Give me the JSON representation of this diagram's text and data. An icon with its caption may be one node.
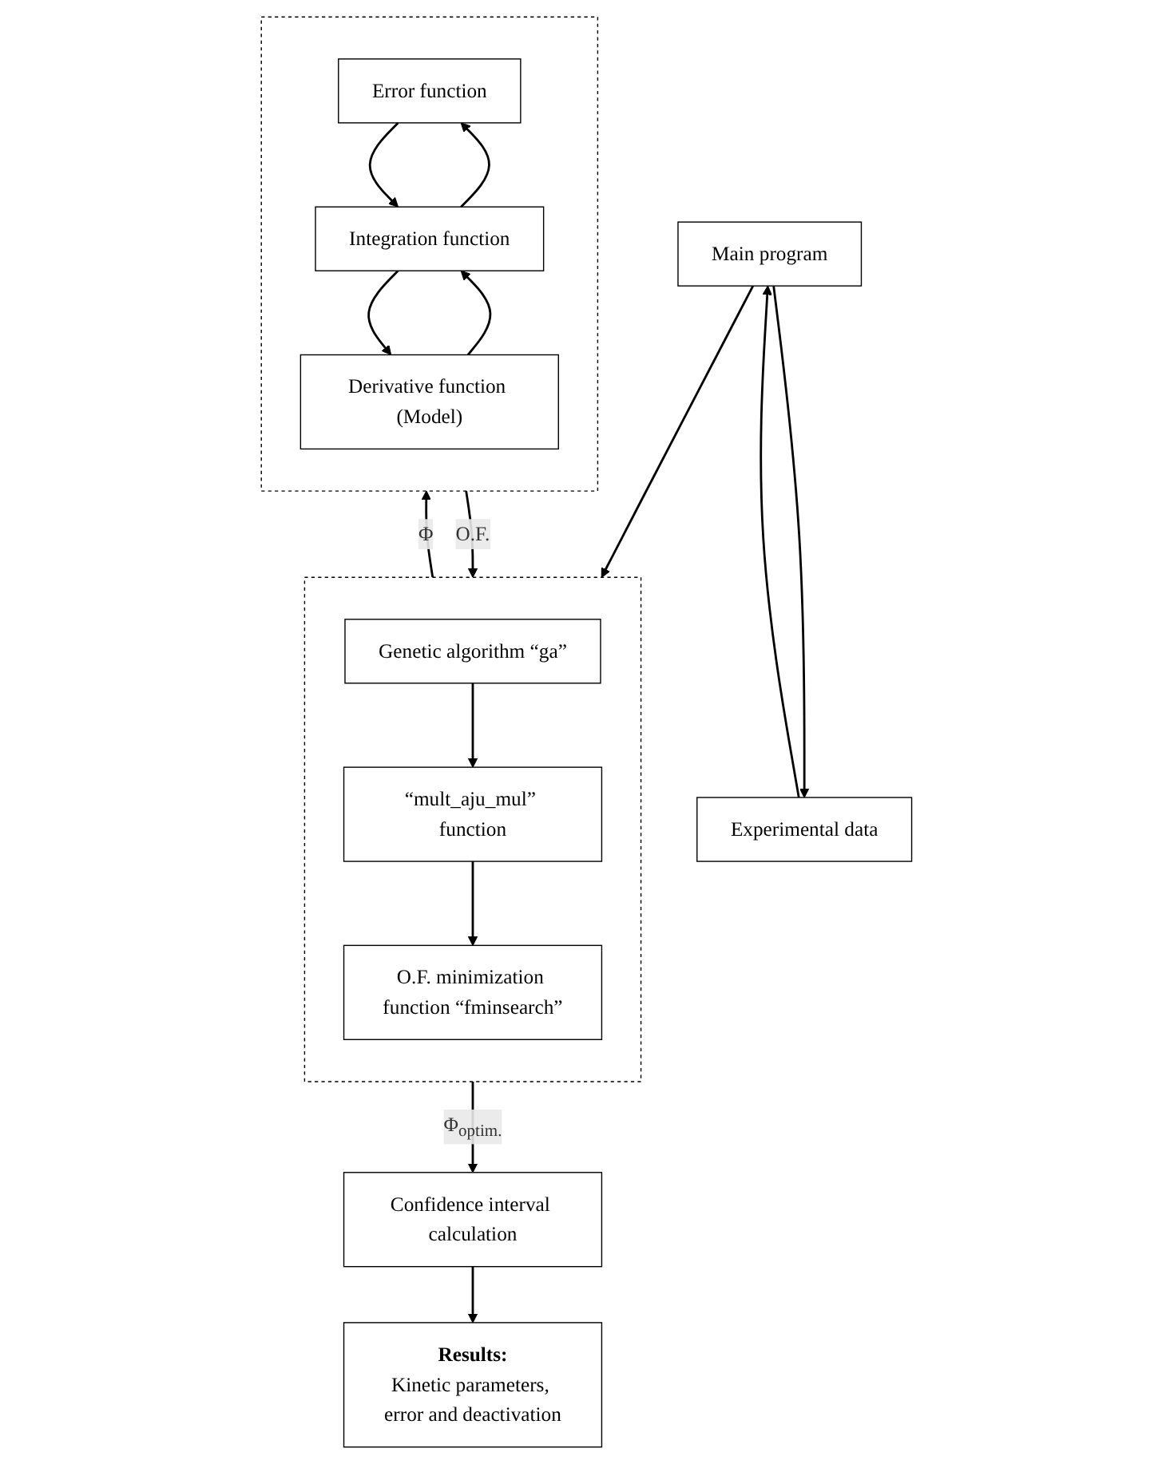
{
  "diagram": {
    "nodes": [
      {
        "text": [
          "Main program"
        ]
      },
      {
        "text": [
          "Experimental data"
        ]
      },
      {
        "text": [],
        "shape": "box"
      },
      {
        "text": [
          "Genetic algorithm “ga”"
        ],
        "in": 2
      },
      {
        "text": [
          "“mult_aju_mul” function"
        ],
        "in": 2
      },
      {
        "text": [
          "O.F. minimization function “fminsearch”"
        ],
        "in": 2
      },
      {
        "text": [],
        "shape": "box"
      },
      {
        "text": [
          "Error function"
        ],
        "in": 6
      },
      {
        "text": [
          "Integration function"
        ],
        "in": 6
      },
      {
        "text": [
          "Derivative function (Model)"
        ],
        "in": 6
      },
      {
        "text": [
          "Confidence interval calculation"
        ]
      },
      {
        "text": [
          "Results:",
          "Kinetic parameters, error and deactivation"
        ]
      }
    ],
    "edges": [
      {
        "from": 0,
        "to": 1,
        "arrow": "to"
      },
      {
        "from": 1,
        "to": 0,
        "arrow": "to"
      },
      {
        "from": 0,
        "to": 2,
        "arrow": "to"
      },
      {
        "from": 3,
        "to": 4,
        "arrow": "to"
      },
      {
        "from": 4,
        "to": 5,
        "arrow": "to"
      },
      {
        "from": 2,
        "to": 6,
        "arrow": "to",
        "label": "Φ"
      },
      {
        "from": 6,
        "to": 2,
        "arrow": "to",
        "label": "O.F."
      },
      {
        "from": 8,
        "to": 7,
        "arrow": "to"
      },
      {
        "from": 7,
        "to": 8,
        "arrow": "to"
      },
      {
        "from": 9,
        "to": 8,
        "arrow": "to"
      },
      {
        "from": 8,
        "to": 9,
        "arrow": "to"
      },
      {
        "from": 2,
        "to": 10,
        "arrow": "to",
        "label": "Φ$_{optim.}$"
      },
      {
        "from": 10,
        "to": 11,
        "arrow": "to"
      }
    ]
  }
}
